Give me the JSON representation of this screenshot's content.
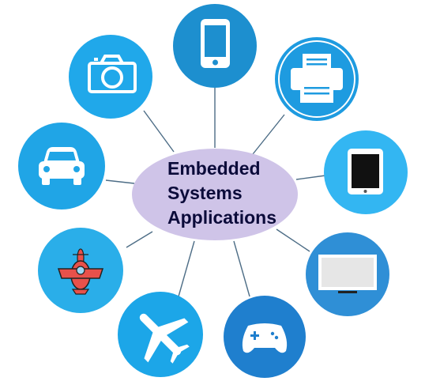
{
  "center": {
    "line1": "Embedded",
    "line2": "Systems",
    "line3": "Applications",
    "fill_color": "#cfc4e8"
  },
  "nodes": [
    {
      "name": "smartphone-node",
      "icon": "smartphone-icon",
      "color": "#1d8fcf"
    },
    {
      "name": "printer-node",
      "icon": "printer-icon",
      "color": "#1e9be0"
    },
    {
      "name": "tablet-node",
      "icon": "tablet-icon",
      "color": "#33b6f2"
    },
    {
      "name": "monitor-node",
      "icon": "monitor-icon",
      "color": "#2f8fd6"
    },
    {
      "name": "gamepad-node",
      "icon": "gamepad-icon",
      "color": "#1f7fce"
    },
    {
      "name": "airplane-node",
      "icon": "airplane-icon",
      "color": "#1ca6e8"
    },
    {
      "name": "toy-plane-node",
      "icon": "toy-airplane-icon",
      "color": "#2aaee9"
    },
    {
      "name": "car-node",
      "icon": "car-icon",
      "color": "#20a5e6"
    },
    {
      "name": "camera-node",
      "icon": "camera-icon",
      "color": "#20a8ea"
    }
  ]
}
